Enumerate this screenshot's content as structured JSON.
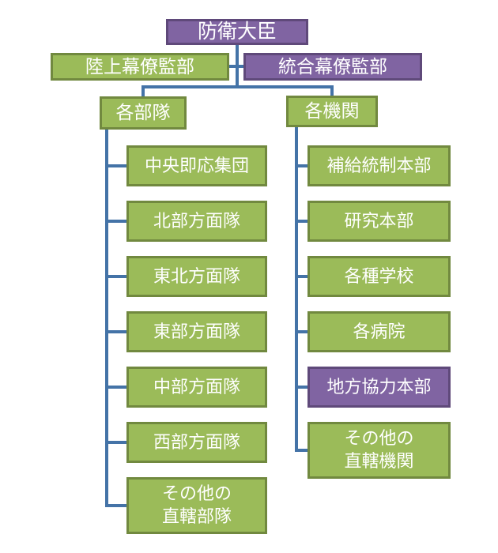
{
  "diagram": {
    "type": "org-chart",
    "root": {
      "label": "防衛大臣",
      "variant": "purple"
    },
    "staff_row": {
      "ground": {
        "label": "陸上幕僚監部",
        "variant": "green"
      },
      "joint": {
        "label": "統合幕僚監部",
        "variant": "purple"
      }
    },
    "groups": {
      "units": {
        "label": "各部隊",
        "variant": "green"
      },
      "organs": {
        "label": "各機関",
        "variant": "green"
      }
    },
    "units_children": [
      {
        "label": "中央即応集団",
        "variant": "green"
      },
      {
        "label": "北部方面隊",
        "variant": "green"
      },
      {
        "label": "東北方面隊",
        "variant": "green"
      },
      {
        "label": "東部方面隊",
        "variant": "green"
      },
      {
        "label": "中部方面隊",
        "variant": "green"
      },
      {
        "label": "西部方面隊",
        "variant": "green"
      },
      {
        "label": "その他の\n直轄部隊",
        "variant": "green"
      }
    ],
    "organs_children": [
      {
        "label": "補給統制本部",
        "variant": "green"
      },
      {
        "label": "研究本部",
        "variant": "green"
      },
      {
        "label": "各種学校",
        "variant": "green"
      },
      {
        "label": "各病院",
        "variant": "green"
      },
      {
        "label": "地方協力本部",
        "variant": "purple"
      },
      {
        "label": "その他の\n直轄機関",
        "variant": "green"
      }
    ],
    "colors": {
      "green_fill": "#9BBB59",
      "green_border": "#71893F",
      "purple_fill": "#8064A2",
      "purple_border": "#5F497A",
      "connector": "#4473A7",
      "text": "#FFFFFF"
    }
  }
}
